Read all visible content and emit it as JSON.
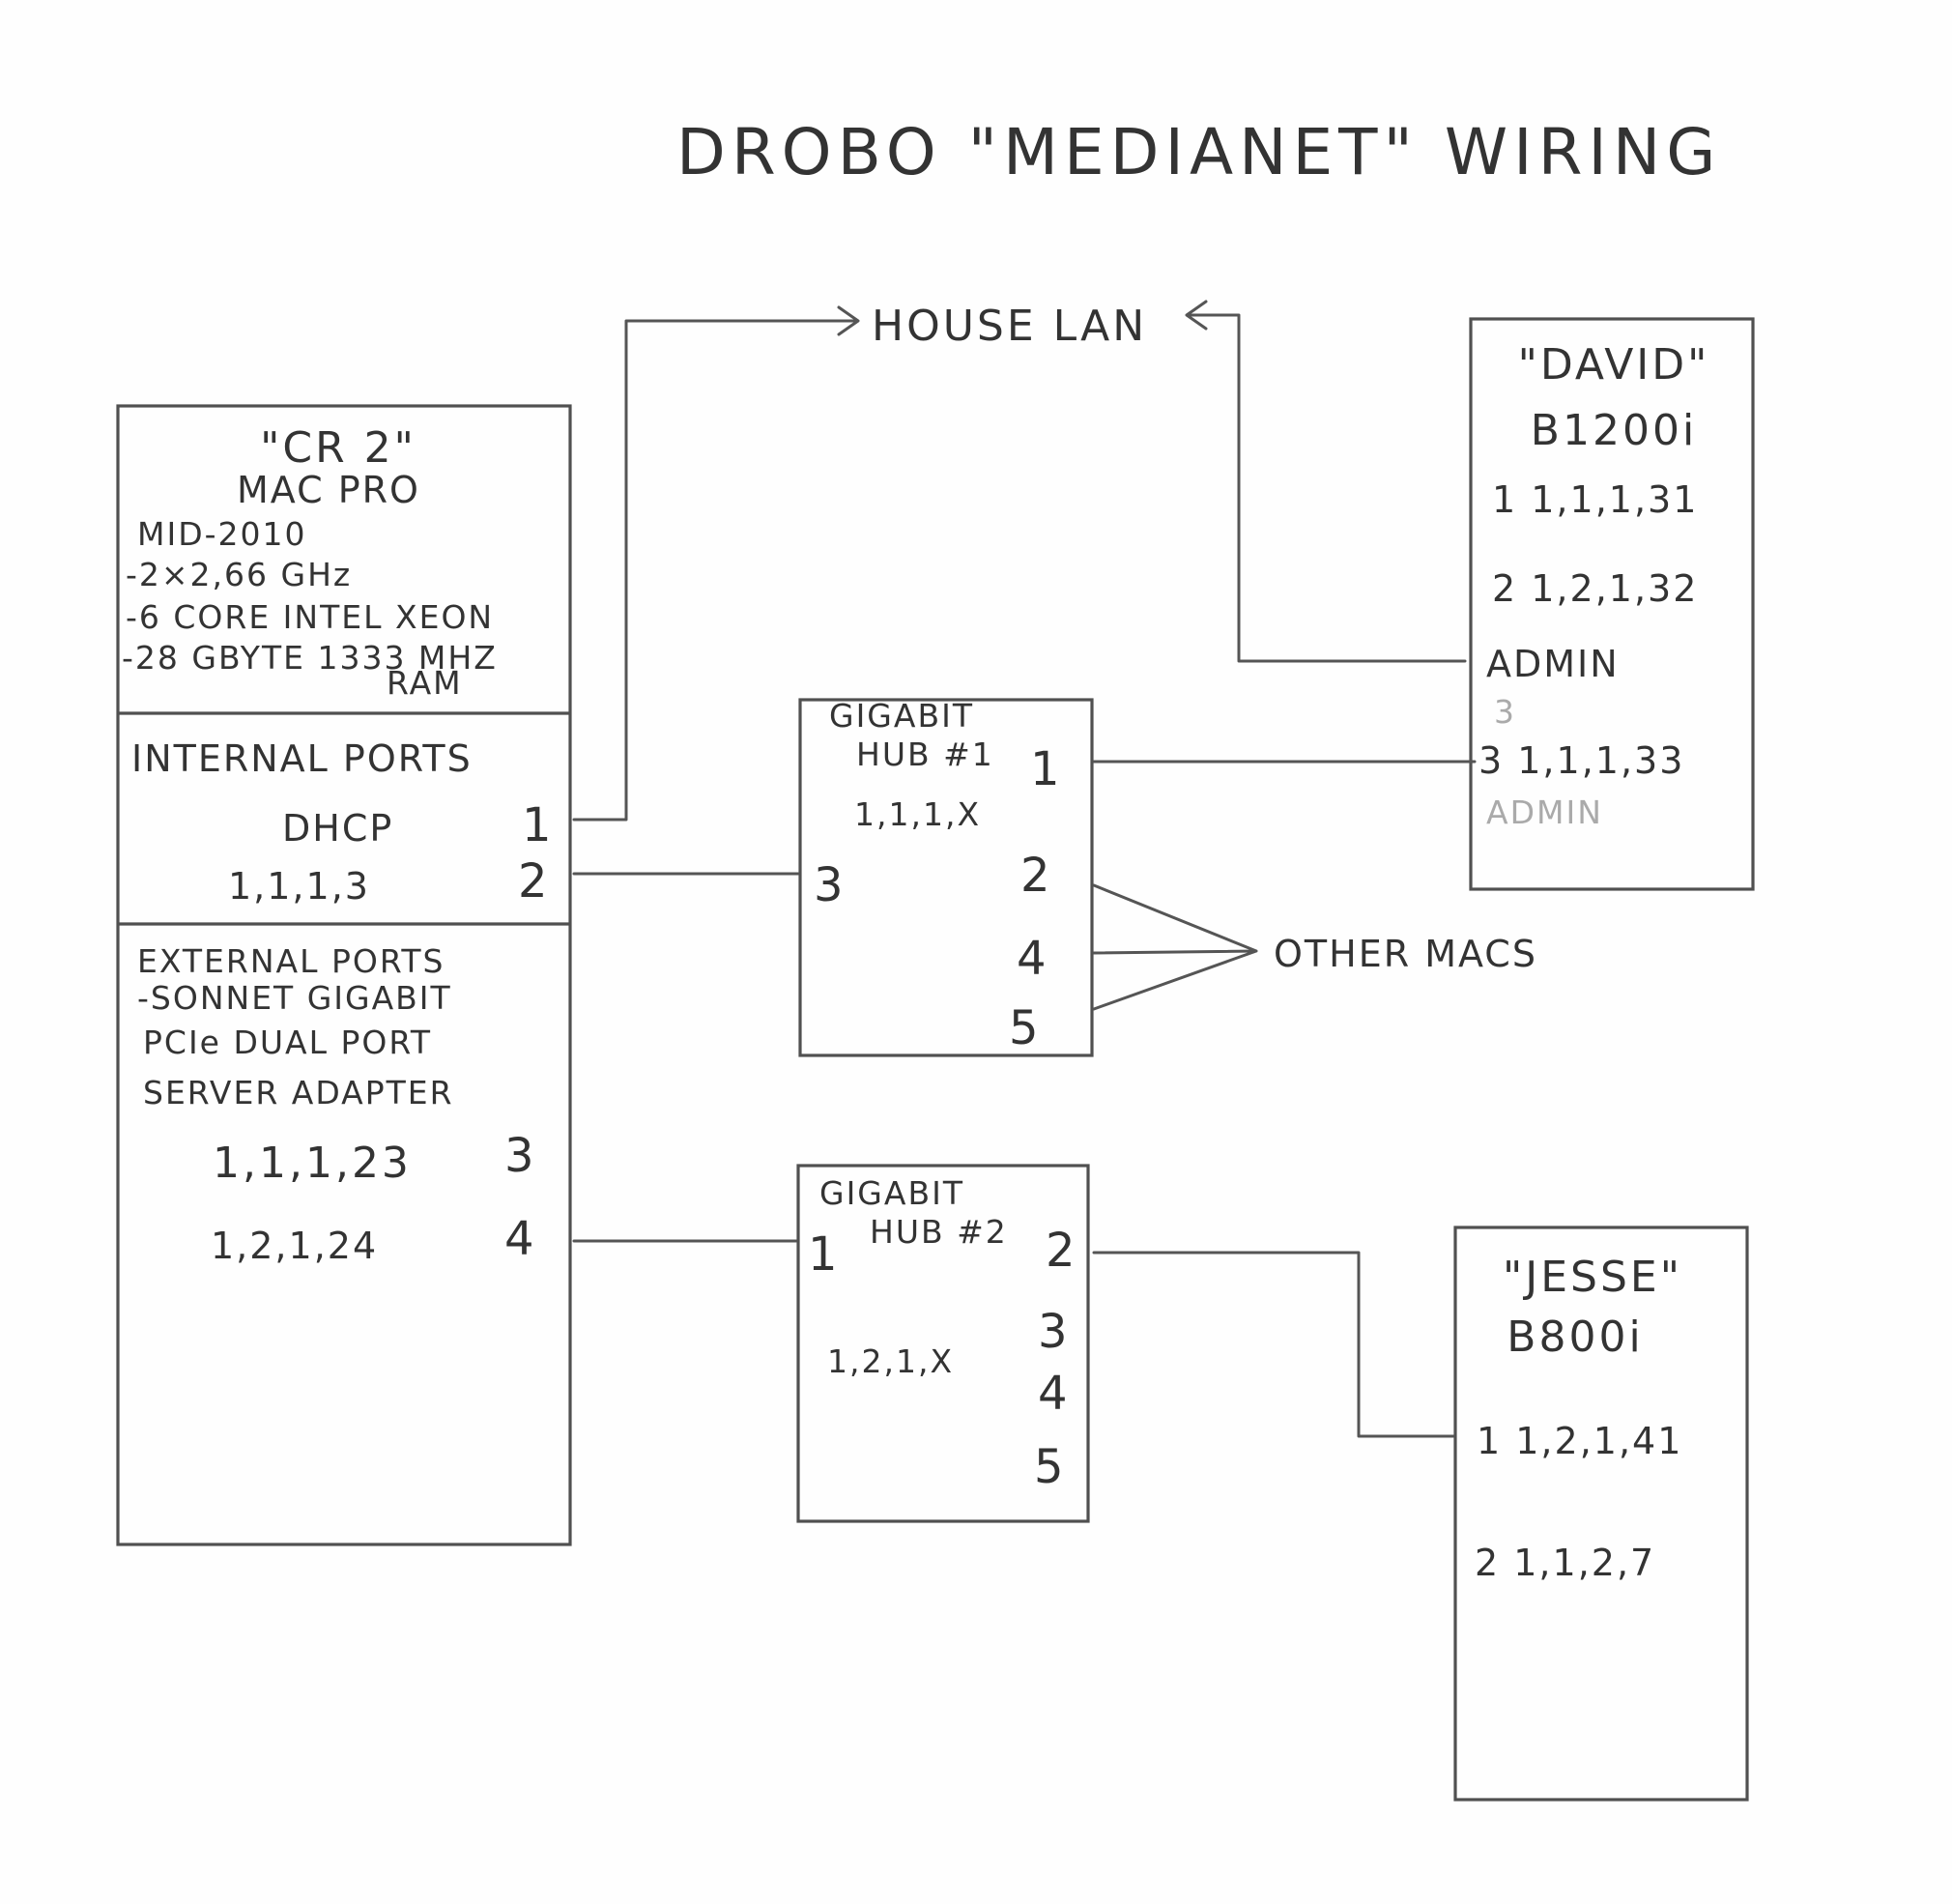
{
  "title": "DROBO \"MEDIANET\" WIRING",
  "house_lan": "HOUSE LAN",
  "other_macs": "OTHER MACS",
  "mac_pro": {
    "name": "\"CR 2\"",
    "model": "MAC PRO",
    "year": "MID-2010",
    "spec1": "-2×2,66 GHz",
    "spec2": "-6 CORE  INTEL XEON",
    "spec3": "-28 GBYTE  1333 MHZ",
    "spec4": "RAM",
    "internal_title": "INTERNAL  PORTS",
    "dhcp": "DHCP",
    "port1": "1",
    "addr2": "1,1,1,3",
    "port2": "2",
    "external_title": "EXTERNAL  PORTS",
    "ext_line2": "-SONNET GIGABIT",
    "ext_line3": "PCIe  DUAL  PORT",
    "ext_line4": "SERVER  ADAPTER",
    "addr3": "1,1,1,23",
    "port3": "3",
    "addr4": "1,2,1,24",
    "port4": "4"
  },
  "hub1": {
    "line1": "GIGABIT",
    "line2": "HUB #1",
    "addr": "1,1,1,X",
    "p1": "1",
    "p2": "2",
    "p3": "3",
    "p4": "4",
    "p5": "5"
  },
  "hub2": {
    "line1": "GIGABIT",
    "line2": "HUB #2",
    "addr": "1,2,1,X",
    "p1": "1",
    "p2": "2",
    "p3": "3",
    "p4": "4",
    "p5": "5"
  },
  "david": {
    "name": "\"DAVID\"",
    "model": "B1200i",
    "p1": "1  1,1,1,31",
    "p2": "2  1,2,1,32",
    "admin": "ADMIN",
    "faint3": "3",
    "p3": "3  1,1,1,33",
    "admin_faint": "ADMIN"
  },
  "jesse": {
    "name": "\"JESSE\"",
    "model": "B800i",
    "p1": "1  1,2,1,41",
    "p2": "2  1,1,2,7"
  }
}
